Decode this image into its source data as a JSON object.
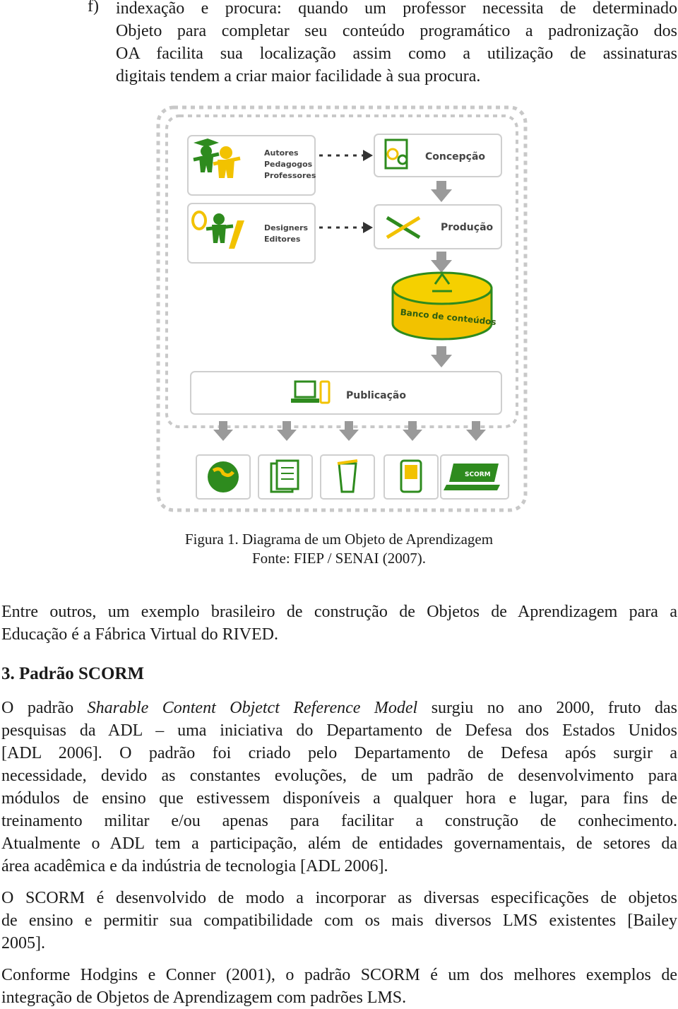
{
  "list_item_f": {
    "marker": "f)",
    "lines": [
      "indexação e procura: quando um professor necessita de determinado",
      "Objeto para completar seu conteúdo programático a padronização dos",
      "OA facilita sua localização assim como a utilização de assinaturas",
      "digitais tendem a criar maior facilidade à sua procura."
    ]
  },
  "figure": {
    "roles_authors": [
      "Autores",
      "Pedagogos",
      "Professores"
    ],
    "roles_designers": [
      "Designers",
      "Editores"
    ],
    "step_conception": "Concepção",
    "step_production": "Produção",
    "content_bank": "Banco de conteúdos",
    "publication": "Publicação",
    "outputs": [
      "globe-icon",
      "documents-icon",
      "trash-icon",
      "handheld-icon",
      "scorm-laptop-icon"
    ],
    "scorm_label": "SCORM",
    "colors": {
      "green": "#2e8b1e",
      "yellow": "#f2c200",
      "grey_arrow": "#9a9a9a",
      "box_border": "#cfcfcf"
    }
  },
  "caption": {
    "line1": "Figura 1. Diagrama de um Objeto de Aprendizagem",
    "line2": "Fonte: FIEP / SENAI (2007)."
  },
  "para_rived": {
    "lines": [
      "Entre outros, um exemplo brasileiro de construção de Objetos de Aprendizagem para a",
      "Educação é a Fábrica Virtual do RIVED."
    ]
  },
  "heading": "3. Padrão SCORM",
  "para_scorm": {
    "line1_a": "O padrão ",
    "line1_em": "Sharable Content Objetct Reference Model",
    "line1_b": " surgiu no ano 2000, fruto das",
    "lines": [
      "pesquisas da ADL – uma iniciativa do Departamento de Defesa dos Estados Unidos",
      "[ADL 2006]. O padrão foi criado pelo Departamento de Defesa após surgir a",
      "necessidade, devido as constantes evoluções, de um padrão de desenvolvimento para",
      "módulos de ensino que estivessem disponíveis a qualquer hora e lugar, para fins de",
      "treinamento militar  e/ou apenas para facilitar a construção de conhecimento.",
      "Atualmente o ADL tem a participação, além de entidades governamentais, de setores da",
      "área acadêmica e da indústria de tecnologia [ADL 2006]."
    ]
  },
  "para_lms": {
    "lines": [
      "O SCORM é desenvolvido de modo a incorporar as diversas especificações de objetos",
      "de ensino e permitir sua compatibilidade com os mais diversos LMS existentes [Bailey",
      "2005]."
    ]
  },
  "para_hodgins": {
    "lines": [
      "Conforme Hodgins e Conner (2001), o padrão SCORM é um dos melhores exemplos de",
      "integração de Objetos de Aprendizagem com padrões LMS."
    ]
  }
}
